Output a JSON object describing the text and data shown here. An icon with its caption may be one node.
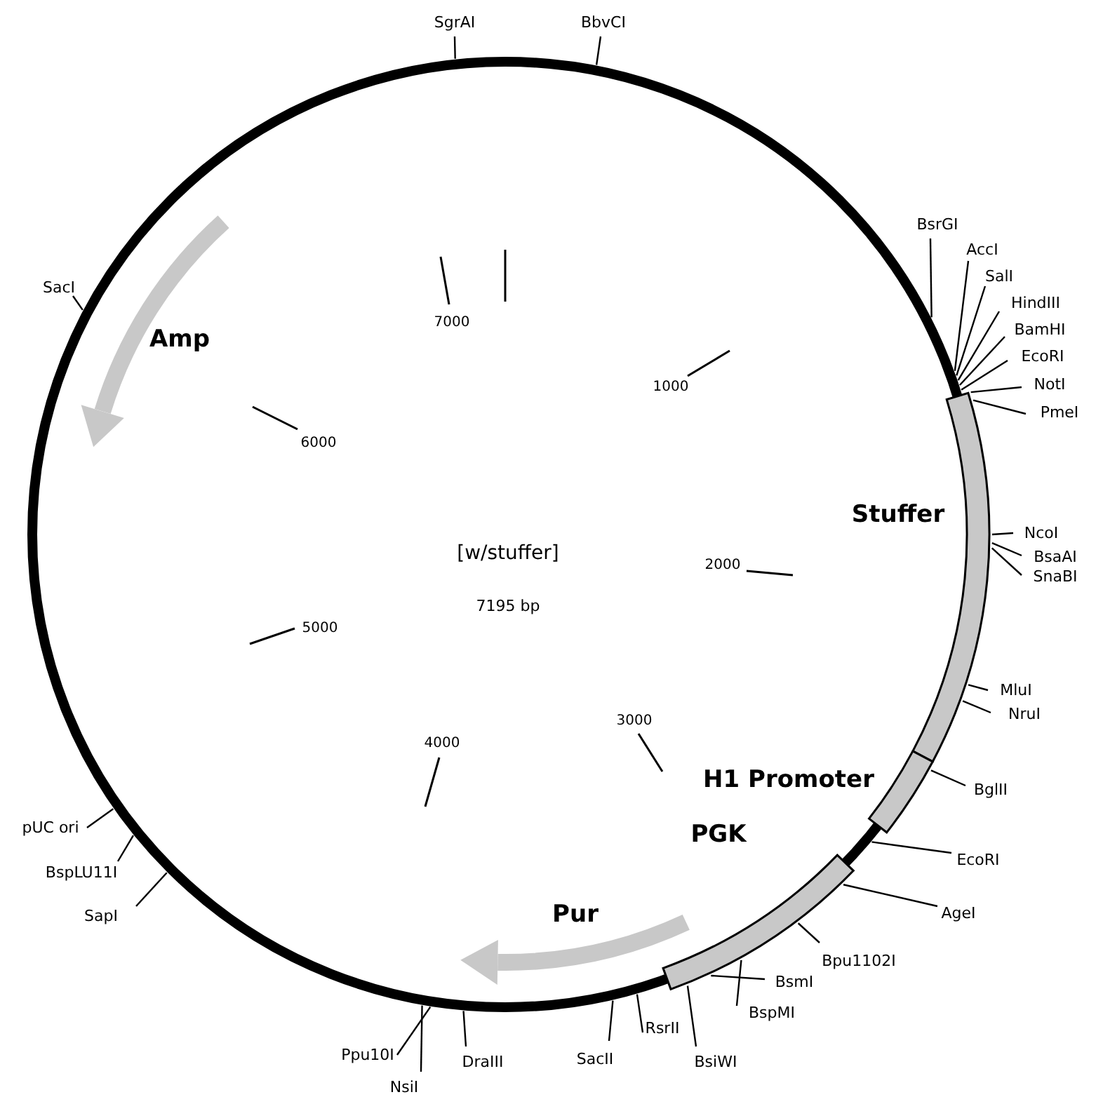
{
  "diagram": {
    "nodes": [
      {
        "text": [
          "SgrAI"
        ]
      },
      {
        "text": [
          "BbvCI"
        ]
      },
      {
        "text": [
          "BsrGI"
        ]
      },
      {
        "text": [
          "AccI"
        ]
      },
      {
        "text": [
          "SalI"
        ]
      },
      {
        "text": [
          "HindIII"
        ]
      },
      {
        "text": [
          "BamHI"
        ]
      },
      {
        "text": [
          "EcoRI"
        ]
      },
      {
        "text": [
          "NotI"
        ]
      },
      {
        "text": [
          "PmeI"
        ]
      },
      {
        "text": [
          "NcoI"
        ]
      },
      {
        "text": [
          "BsaAI"
        ]
      },
      {
        "text": [
          "SnaBI"
        ]
      },
      {
        "text": [
          "MluI"
        ]
      },
      {
        "text": [
          "NruI"
        ]
      },
      {
        "text": [
          "BglII"
        ]
      },
      {
        "text": [
          "EcoRI"
        ]
      },
      {
        "text": [
          "AgeI"
        ]
      },
      {
        "text": [
          "Bpu1102I"
        ]
      },
      {
        "text": [
          "BsmI"
        ]
      },
      {
        "text": [
          "BspMI"
        ]
      },
      {
        "text": [
          "BsiWI"
        ]
      },
      {
        "text": [
          "RsrII"
        ]
      },
      {
        "text": [
          "SacII"
        ]
      },
      {
        "text": [
          "DraIII"
        ]
      },
      {
        "text": [
          "Ppu10I"
        ]
      },
      {
        "text": [
          "NsiI"
        ]
      },
      {
        "text": [
          "SapI"
        ]
      },
      {
        "text": [
          "BspLU11I"
        ]
      },
      {
        "text": [
          "pUC ori"
        ]
      },
      {
        "text": [
          "SacI"
        ]
      }
    ],
    "edges": [
      {
        "from": 0,
        "to": null,
        "arrow": "none"
      },
      {
        "from": 1,
        "to": null,
        "arrow": "none"
      },
      {
        "from": 2,
        "to": null,
        "arrow": "none"
      },
      {
        "from": 3,
        "to": null,
        "arrow": "none"
      },
      {
        "from": 4,
        "to": null,
        "arrow": "none"
      },
      {
        "from": 5,
        "to": null,
        "arrow": "none"
      },
      {
        "from": 6,
        "to": null,
        "arrow": "none"
      },
      {
        "from": 7,
        "to": null,
        "arrow": "none"
      },
      {
        "from": 8,
        "to": null,
        "arrow": "none"
      },
      {
        "from": 9,
        "to": null,
        "arrow": "none"
      },
      {
        "from": 10,
        "to": null,
        "arrow": "none"
      },
      {
        "from": 11,
        "to": null,
        "arrow": "none"
      },
      {
        "from": 12,
        "to": null,
        "arrow": "none"
      },
      {
        "from": 13,
        "to": null,
        "arrow": "none"
      },
      {
        "from": 14,
        "to": null,
        "arrow": "none"
      },
      {
        "from": 15,
        "to": null,
        "arrow": "none"
      },
      {
        "from": 16,
        "to": null,
        "arrow": "none"
      },
      {
        "from": 17,
        "to": null,
        "arrow": "none"
      },
      {
        "from": 18,
        "to": null,
        "arrow": "none"
      },
      {
        "from": 19,
        "to": null,
        "arrow": "none"
      },
      {
        "from": 20,
        "to": null,
        "arrow": "none"
      },
      {
        "from": 21,
        "to": null,
        "arrow": "none"
      },
      {
        "from": 22,
        "to": null,
        "arrow": "none"
      },
      {
        "from": 23,
        "to": null,
        "arrow": "none"
      },
      {
        "from": 24,
        "to": null,
        "arrow": "none"
      },
      {
        "from": 25,
        "to": null,
        "arrow": "none"
      },
      {
        "from": 26,
        "to": null,
        "arrow": "none"
      },
      {
        "from": 27,
        "to": null,
        "arrow": "none"
      },
      {
        "from": 28,
        "to": null,
        "arrow": "none"
      },
      {
        "from": 29,
        "to": null,
        "arrow": "none"
      },
      {
        "from": 30,
        "to": null,
        "arrow": "none"
      }
    ],
    "labels": [
      "Amp",
      "Stuffer",
      "H1 Promoter",
      "PGK",
      "Pur",
      "1000",
      "2000",
      "3000",
      "4000",
      "5000",
      "6000",
      "7000",
      "[w/stuffer]",
      "7195 bp"
    ]
  }
}
